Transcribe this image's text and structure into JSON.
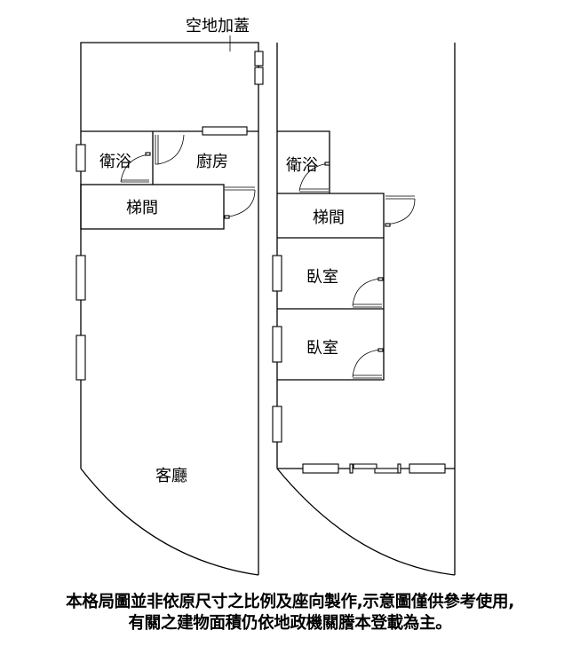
{
  "plan_left": {
    "annotation": "空地加蓋",
    "rooms": {
      "bath": "衛浴",
      "kitchen": "廚房",
      "stairs": "梯間",
      "living": "客廳"
    }
  },
  "plan_right": {
    "rooms": {
      "bath": "衛浴",
      "stairs": "梯間",
      "bedroom_1": "臥室",
      "bedroom_2": "臥室"
    }
  },
  "disclaimer": {
    "line1": "本格局圖並非依原尺寸之比例及座向製作,示意圖僅供參考使用,",
    "line2": "有關之建物面積仍依地政機關謄本登載為主。"
  }
}
